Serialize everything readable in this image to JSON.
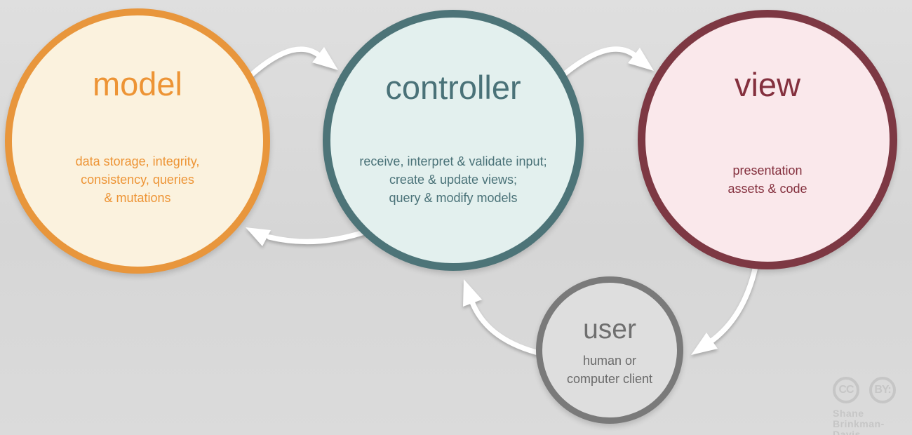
{
  "background_color": "#d8d8d8",
  "nodes": {
    "model": {
      "label": "model",
      "desc_lines": [
        "data storage, integrity,",
        "consistency, queries",
        "& mutations"
      ],
      "border_color": "#e8963c",
      "fill_color": "#fbf2de",
      "text_color": "#ed9435"
    },
    "controller": {
      "label": "controller",
      "desc_lines": [
        "receive, interpret & validate input;",
        "create & update views;",
        "query & modify models"
      ],
      "border_color": "#4d7478",
      "fill_color": "#e3f0ee",
      "text_color": "#4a7278"
    },
    "view": {
      "label": "view",
      "desc_lines": [
        "presentation",
        "assets & code"
      ],
      "border_color": "#7d3843",
      "fill_color": "#fae8eb",
      "text_color": "#84303e"
    },
    "user": {
      "label": "user",
      "desc_lines": [
        "human or",
        "computer client"
      ],
      "border_color": "#7a7a7a",
      "fill_color": "#dedede",
      "text_color": "#6f6f6f"
    }
  },
  "arrows": {
    "color": "#ffffff",
    "list": [
      "model-to-controller",
      "controller-to-view",
      "controller-to-model",
      "view-to-user",
      "user-to-controller"
    ]
  },
  "attribution": {
    "badge1": "CC",
    "badge2": "BY:",
    "author_line1": "Shane",
    "author_line2": "Brinkman-Davis",
    "color": "#c6c6c6"
  }
}
